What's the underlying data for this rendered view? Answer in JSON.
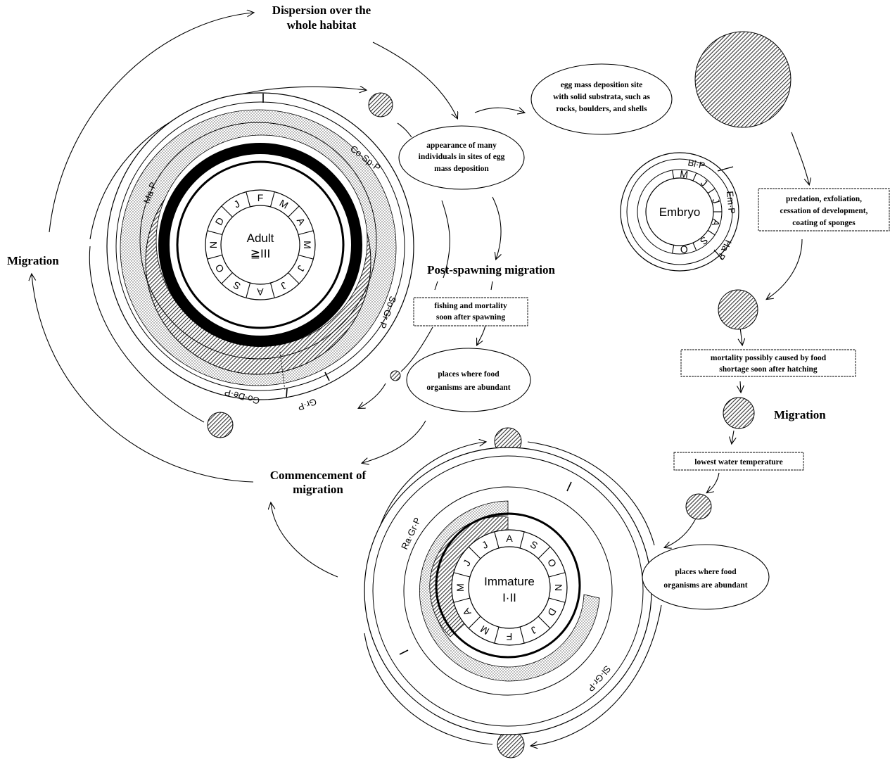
{
  "labels": {
    "dispersion": [
      "Dispersion over the",
      "whole habitat"
    ],
    "migration_left": "Migration",
    "migration_right": "Migration",
    "post_spawning": "Post-spawning migration",
    "commencement": [
      "Commencement of",
      "migration"
    ]
  },
  "ovals": {
    "appearance": [
      "appearance of many",
      "individuals in sites of egg",
      "mass deposition"
    ],
    "egg_site": [
      "egg mass deposition site",
      "with solid substrata, such as",
      "rocks, boulders, and shells"
    ],
    "food_upper": [
      "places where food",
      "organisms are abundant"
    ],
    "food_lower": [
      "places where food",
      "organisms are abundant"
    ]
  },
  "boxes": {
    "fishing": [
      "fishing and mortality",
      "soon after spawning"
    ],
    "predation": [
      "predation, exfoliation,",
      "cessation of development,",
      "coating of sponges"
    ],
    "mortality": [
      "mortality possibly caused by food",
      "shortage soon after hatching"
    ],
    "lowest_temp": "lowest water temperature"
  },
  "adult": {
    "center": [
      "Adult",
      "≧III"
    ],
    "months": [
      "J",
      "F",
      "M",
      "A",
      "M",
      "J",
      "J",
      "A",
      "S",
      "O",
      "N",
      "D"
    ],
    "periods": [
      "Co-Sp·P",
      "Ma·P",
      "So-Gr·P",
      "Gr·P",
      "Go-De·P"
    ]
  },
  "embryo": {
    "center": "Embryo",
    "months": [
      "M",
      "J",
      "J",
      "A",
      "S",
      "O"
    ],
    "periods": [
      "Bi·P",
      "Em·P",
      "Ha·P"
    ]
  },
  "immature": {
    "center": [
      "Immature",
      "I·II"
    ],
    "months": [
      "J",
      "A",
      "S",
      "O",
      "N",
      "D",
      "J",
      "F",
      "M",
      "A",
      "M",
      "J"
    ],
    "periods": [
      "Ra·Gr·P",
      "Sl·Gr·P"
    ]
  }
}
